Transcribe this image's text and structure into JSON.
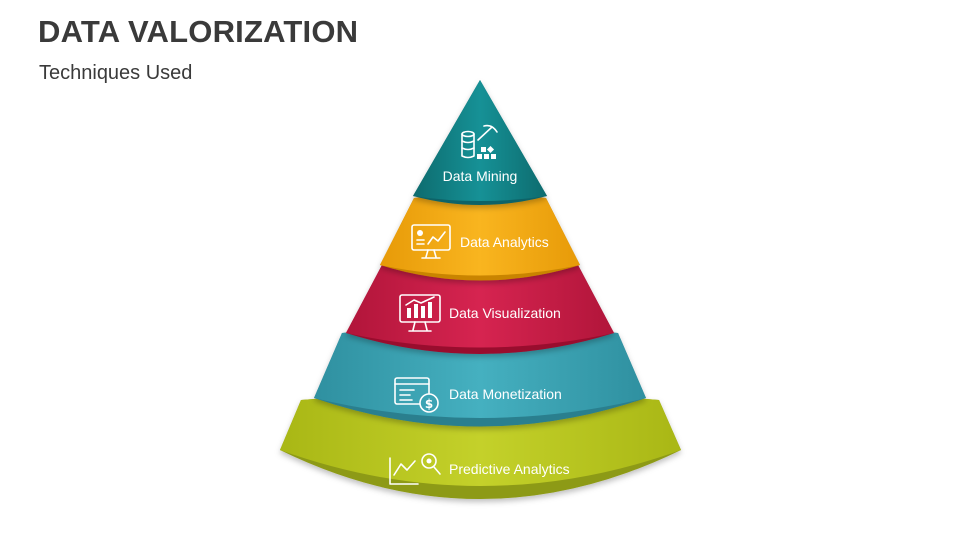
{
  "header": {
    "title": "DATA VALORIZATION",
    "subtitle": "Techniques Used"
  },
  "layers": [
    {
      "label": "Data Mining",
      "icon": "data-mining-icon",
      "color": "#13868a",
      "shade": "#0d6467"
    },
    {
      "label": "Data Analytics",
      "icon": "analytics-monitor-icon",
      "color": "#f5ab12",
      "shade": "#c98405"
    },
    {
      "label": "Data Visualization",
      "icon": "bar-chart-monitor-icon",
      "color": "#cc1e48",
      "shade": "#99112f"
    },
    {
      "label": "Data Monetization",
      "icon": "browser-dollar-icon",
      "color": "#3ba3b4",
      "shade": "#2a7f8e"
    },
    {
      "label": "Predictive Analytics",
      "icon": "trend-magnifier-icon",
      "color": "#b9c721",
      "shade": "#8d9a12"
    }
  ]
}
